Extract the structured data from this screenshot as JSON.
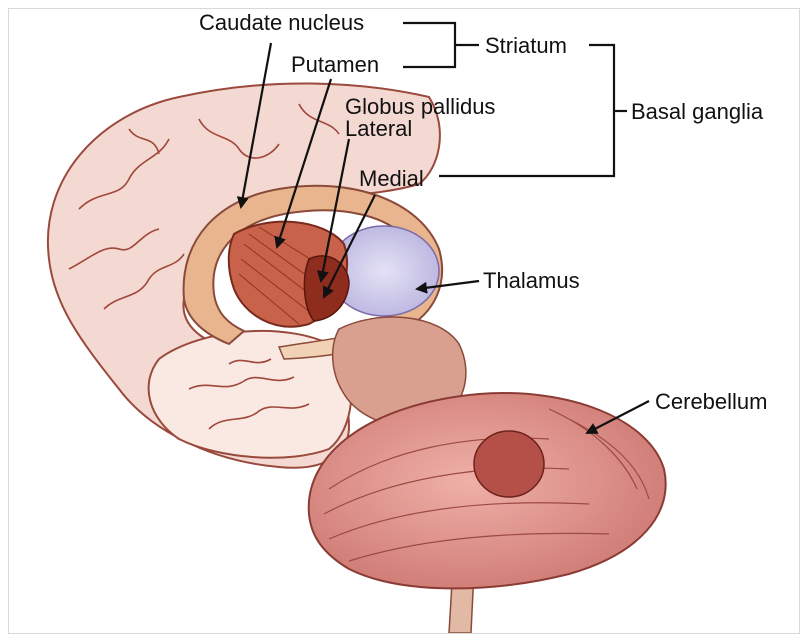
{
  "labels": {
    "caudate": "Caudate nucleus",
    "putamen": "Putamen",
    "globus": "Globus pallidus",
    "lateral": "Lateral",
    "medial": "Medial",
    "striatum": "Striatum",
    "basal": "Basal ganglia",
    "thalamus": "Thalamus",
    "cerebellum": "Cerebellum"
  },
  "colors": {
    "cortex": "#f4d9d2",
    "cortex_line": "#9a4a3c",
    "caudate": "#e8b58e",
    "putamen": "#c8624a",
    "globus": "#8e2c1e",
    "thalamus": "#c9c6e8",
    "cerebellum": "#d98a84",
    "brainstem": "#e2b9a4",
    "line": "#111111"
  }
}
